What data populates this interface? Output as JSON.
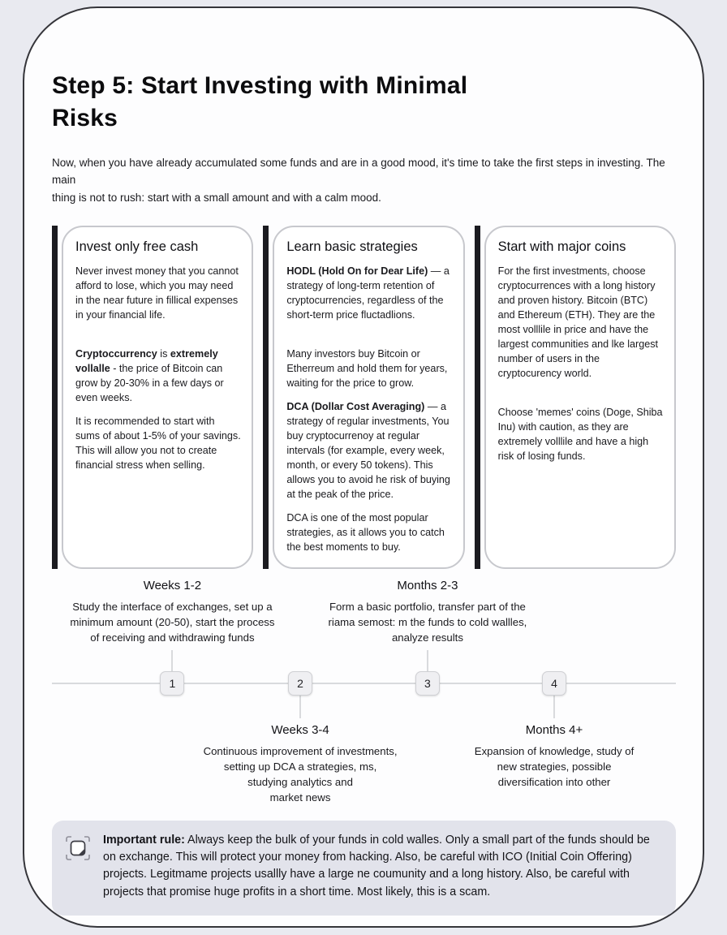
{
  "colors": {
    "page_bg": "#e9eaf0",
    "container_bg": "#fdfdfe",
    "accent_bar": "#1b1b20",
    "callout_bg": "#e2e3eb"
  },
  "header": {
    "title": "Step 5: Start Investing with Minimal\nRisks",
    "intro": "Now, when you have already accumulated some funds and are in a good mood, it's time to take the first steps in investing. The main\nthing is not to rush: start with a small amount and with a calm mood."
  },
  "cards": [
    {
      "title": "Invest only free cash",
      "paragraphs": [
        {
          "space_before": false,
          "runs": [
            {
              "t": "Never invest money that you\ncannot afford to lose, which you may\nneed in the near future in\nfillical expenses in your financial\nlife."
            }
          ]
        },
        {
          "space_before": true,
          "runs": [
            {
              "t": "Cryptoccurrency",
              "b": true
            },
            {
              "t": " is "
            },
            {
              "t": "extremely\nvollalle",
              "b": true
            },
            {
              "t": " - the price of Bitcoin can\ngrow by 20-30% in a few days or\neven weeks."
            }
          ]
        },
        {
          "space_before": false,
          "runs": [
            {
              "t": "It is recommended to start with\nsums of about 1-5% of your savings. This\nwill allow you not to create financial\nstress when selling."
            }
          ]
        }
      ]
    },
    {
      "title": "Learn basic strategies",
      "paragraphs": [
        {
          "space_before": false,
          "runs": [
            {
              "t": "HODL (Hold On for Dear Life)",
              "b": true
            },
            {
              "t": " —\na strategy of long-term retention of\ncryptocurrencies, regardless of the\nshort-term price fluctadlions."
            }
          ]
        },
        {
          "space_before": true,
          "runs": [
            {
              "t": "Many investors buy Bitcoin or Etherreum\nand hold them for years, waiting for\nthe price to grow."
            }
          ]
        },
        {
          "space_before": false,
          "runs": [
            {
              "t": "DCA (Dollar Cost Averaging)",
              "b": true
            },
            {
              "t": " —\na strategy of regular investments,\nYou buy cryptocurrenoy at regular\nintervals (for example, every week,\nmonth, or every 50 tokens). This allows\nyou to avoid he risk of buying at the\npeak of the price."
            }
          ]
        },
        {
          "space_before": false,
          "runs": [
            {
              "t": "DCA is one of the most popular strategies,\nas it allows you to catch the best\nmoments to buy."
            }
          ]
        }
      ]
    },
    {
      "title": "Start with major coins",
      "paragraphs": [
        {
          "space_before": false,
          "runs": [
            {
              "t": "For the first investments, choose\ncryptocurrences with a long history\nand proven history. Bitcoin (BTC) and\nEthereum (ETH). They are the most\nvolllile in price and have the\nlargest communities\nand lke largest number of users\nin the cryptocurency\nworld."
            }
          ]
        },
        {
          "space_before": true,
          "runs": [
            {
              "t": "Choose 'memes' coins (Doge, Shiba\nInu) with caution, as they are\nextremely volllile and have a\nhigh risk of losing funds."
            }
          ]
        }
      ]
    }
  ],
  "timeline": {
    "items": [
      {
        "number": "1",
        "side": "above",
        "label": "Weeks 1-2",
        "description": "Study the interface of exchanges, set up a\nminimum amount (20-50), start the process\nof receiving and withdrawing funds"
      },
      {
        "number": "2",
        "side": "below",
        "label": "Weeks 3-4",
        "description": "Continuous improvement of investments,\nsetting up DCA a strategies, ms,\nstudying analytics and\nmarket news"
      },
      {
        "number": "3",
        "side": "above",
        "label": "Months 2-3",
        "description": "Form a basic portfolio, transfer part of the\nriama semost: m the funds to cold wallles,\nanalyze results"
      },
      {
        "number": "4",
        "side": "below",
        "label": "Months 4+",
        "description": "Expansion of knowledge, study of\nnew strategies, possible\ndiversification into other"
      }
    ]
  },
  "callout": {
    "icon": "note-icon",
    "runs": [
      {
        "t": "Important rule:",
        "b": true
      },
      {
        "t": " Always keep the bulk of your funds in cold walles. Only a small part of the funds should be on exchange. This will protect your money from hacking. Also, be careful with ICO (Initial Coin Offering) projects. Legitmame projects usallly have a large ne coumunity and a long history. Also, be careful with projects that promise huge profits in a short time. Most likely, this is a scam."
      }
    ]
  }
}
